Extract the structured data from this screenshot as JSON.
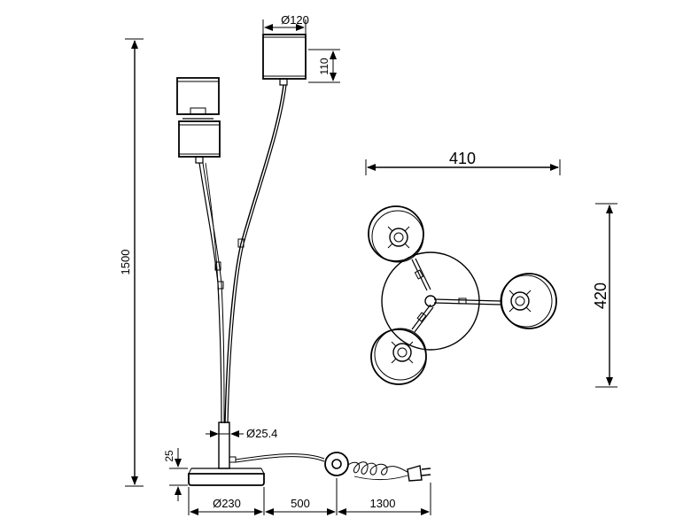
{
  "dimensions": {
    "total_height": "1500",
    "shade_diameter": "Ø120",
    "shade_height": "110",
    "tube_diameter": "Ø25.4",
    "base_height": "25",
    "base_diameter": "Ø230",
    "cord_to_switch": "500",
    "switch_to_plug": "1300",
    "top_width": "410",
    "top_depth": "420"
  },
  "colors": {
    "line": "#000000",
    "background": "#ffffff"
  }
}
